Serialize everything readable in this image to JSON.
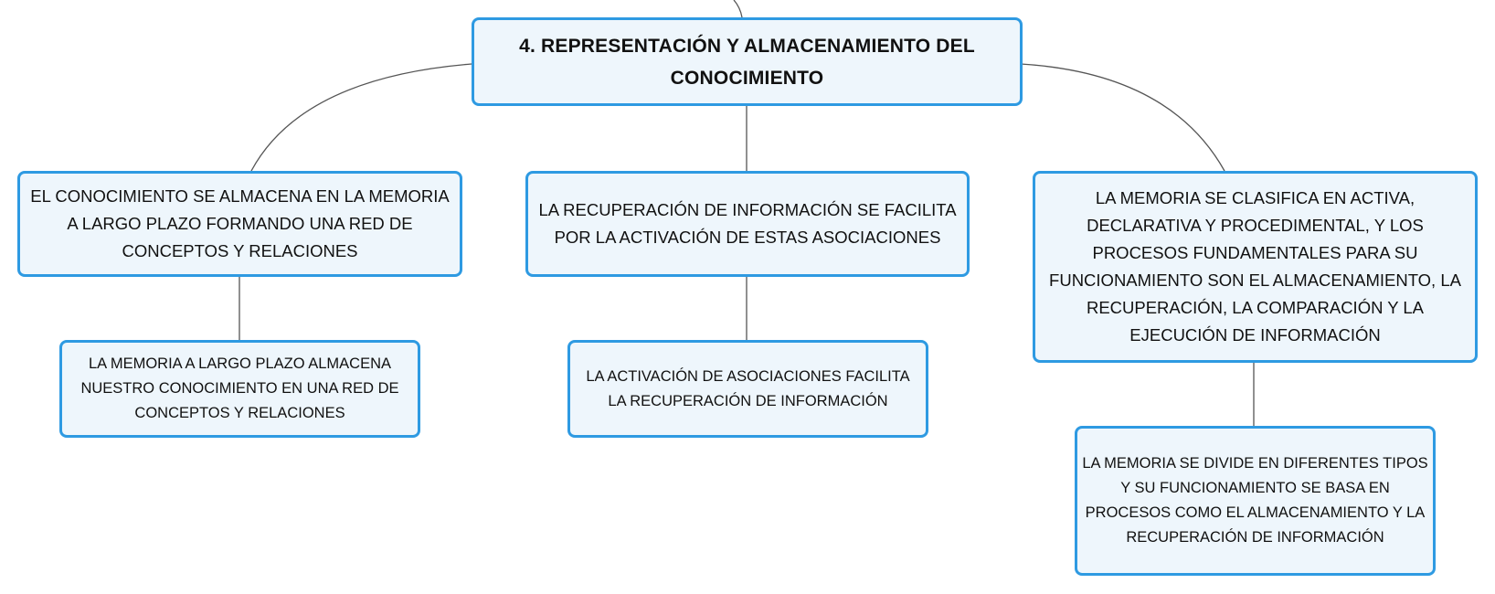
{
  "root": {
    "label": "4. REPRESENTACIÓN Y ALMACENAMIENTO DEL CONOCIMIENTO"
  },
  "branches": [
    {
      "label": "EL CONOCIMIENTO SE ALMACENA EN LA MEMORIA A LARGO PLAZO FORMANDO UNA RED DE CONCEPTOS Y RELACIONES",
      "child": {
        "label": "LA MEMORIA A LARGO PLAZO ALMACENA NUESTRO CONOCIMIENTO EN UNA RED DE CONCEPTOS Y RELACIONES"
      }
    },
    {
      "label": "LA RECUPERACIÓN DE INFORMACIÓN SE FACILITA POR LA ACTIVACIÓN DE ESTAS ASOCIACIONES",
      "child": {
        "label": "LA ACTIVACIÓN DE ASOCIACIONES FACILITA LA RECUPERACIÓN DE INFORMACIÓN"
      }
    },
    {
      "label": "LA MEMORIA SE CLASIFICA EN ACTIVA, DECLARATIVA Y PROCEDIMENTAL, Y LOS PROCESOS FUNDAMENTALES PARA SU FUNCIONAMIENTO SON EL ALMACENAMIENTO, LA RECUPERACIÓN, LA COMPARACIÓN Y LA EJECUCIÓN DE INFORMACIÓN",
      "child": {
        "label": "LA MEMORIA SE DIVIDE EN DIFERENTES TIPOS Y SU FUNCIONAMIENTO SE BASA EN PROCESOS COMO EL ALMACENAMIENTO Y LA RECUPERACIÓN DE INFORMACIÓN"
      }
    }
  ],
  "colors": {
    "node_fill": "#eef6fc",
    "node_border": "#2e9ae2",
    "connector": "#555555",
    "text": "#111111"
  }
}
